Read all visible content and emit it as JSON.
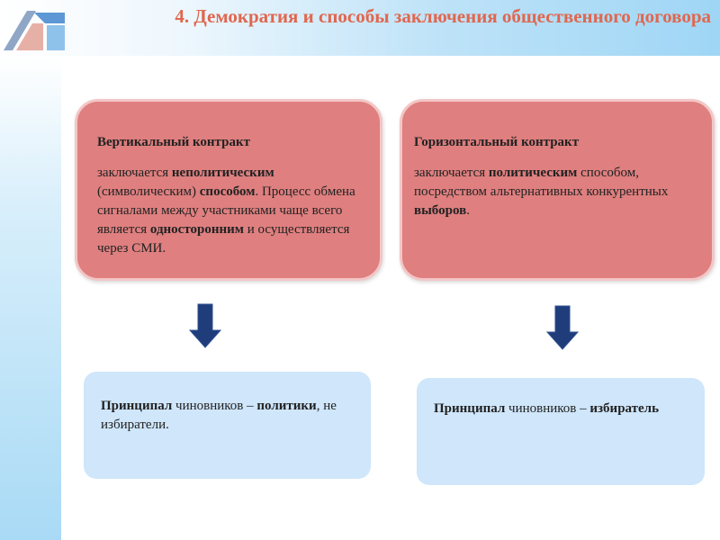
{
  "header": {
    "title": "4. Демократия и способы заключения общественного договора"
  },
  "logo": {
    "icon": "institution-logo-icon"
  },
  "vertical": {
    "title": "Вертикальный контракт",
    "p1": "заключается ",
    "b1": "неполитическим",
    "p2": " (символическим) ",
    "b2": "способом",
    "p3": ". Процесс обмена сигналами между участниками чаще всего является ",
    "b3": "односторонним",
    "p4": " и осуществляется через СМИ."
  },
  "horizontal": {
    "title": "Горизонтальный контракт",
    "p1": "заключается ",
    "b1": "политическим",
    "p2": " способом, посредством альтернативных конкурентных ",
    "b2": "выборов",
    "p3": "."
  },
  "result_left": {
    "b1": "Принципал",
    "p1": " чиновников – ",
    "b2": "политики",
    "p2": ", не избиратели."
  },
  "result_right": {
    "b1": "Принципал",
    "p1": " чиновников – ",
    "b2": "избиратель"
  },
  "colors": {
    "title": "#e0674f",
    "red_card": "#df7f7f",
    "blue_card": "#cfe6fb",
    "arrow": "#1f3d7a"
  }
}
